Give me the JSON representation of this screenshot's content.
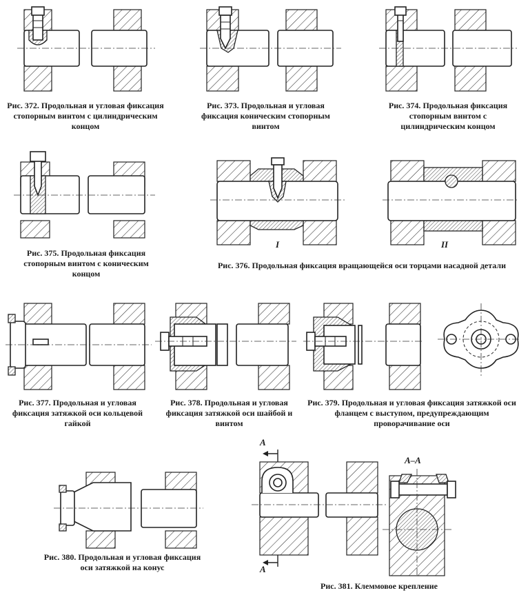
{
  "figures": [
    {
      "number": "Рис. 372.",
      "text": "Продольная и угловая фиксация стопорным винтом с цилиндрическим концом"
    },
    {
      "number": "Рис. 373.",
      "text": "Продольная и угловая фиксация коническим стопорным винтом"
    },
    {
      "number": "Рис. 374.",
      "text": "Продольная фиксация стопорным винтом с цилиндрическим концом"
    },
    {
      "number": "Рис. 375.",
      "text": "Продольная фиксация стопорным винтом с коническим концом"
    },
    {
      "number": "Рис. 376.",
      "text": "Продольная фиксация вращающейся оси торцами насадной детали"
    },
    {
      "number": "Рис. 377.",
      "text": "Продольная и угловая фиксация затяжкой оси кольцевой гайкой"
    },
    {
      "number": "Рис. 378.",
      "text": "Продольная и угловая фиксация затяжкой оси шайбой и винтом"
    },
    {
      "number": "Рис. 379.",
      "text": "Продольная и угловая фиксация затяжкой оси фланцем с выступом, предупреждающим проворачивание оси"
    },
    {
      "number": "Рис. 380.",
      "text": "Продольная и угловая фиксация оси затяжкой на конус"
    },
    {
      "number": "Рис. 381.",
      "text": "Клеммовое крепление"
    }
  ],
  "labels": {
    "view_1": "I",
    "view_2": "II",
    "section_mark": "A",
    "section_title": "A–A"
  }
}
